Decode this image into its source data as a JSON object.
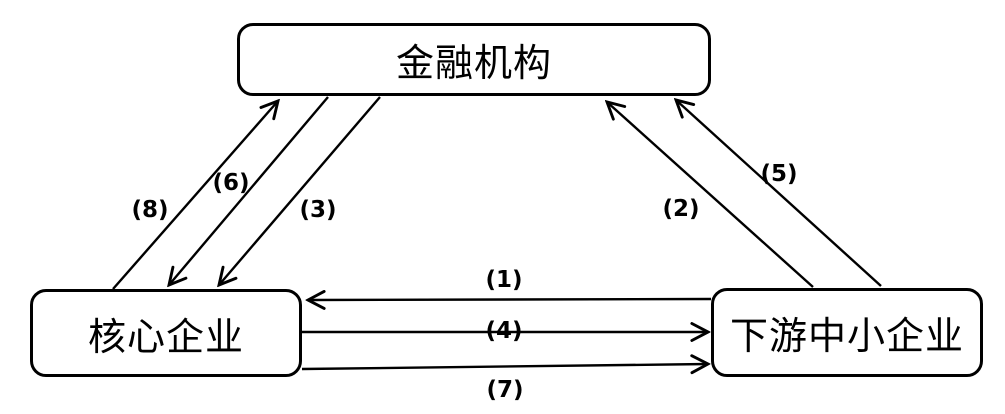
{
  "diagram": {
    "colors": {
      "stroke": "#000000",
      "background": "#ffffff"
    },
    "nodes": {
      "financial": {
        "label": "金融机构"
      },
      "core": {
        "label": "核心企业"
      },
      "downstream": {
        "label": "下游中小企业"
      }
    },
    "edges": {
      "e1": {
        "label": "(1)",
        "from": "下游中小企业",
        "to": "核心企业"
      },
      "e2": {
        "label": "(2)",
        "from": "下游中小企业",
        "to": "金融机构"
      },
      "e3": {
        "label": "(3)",
        "from": "金融机构",
        "to": "核心企业"
      },
      "e4": {
        "label": "(4)",
        "from": "核心企业",
        "to": "下游中小企业"
      },
      "e5": {
        "label": "(5)",
        "from": "下游中小企业",
        "to": "金融机构"
      },
      "e6": {
        "label": "(6)",
        "from": "金融机构",
        "to": "核心企业"
      },
      "e7": {
        "label": "(7)",
        "from": "核心企业",
        "to": "下游中小企业"
      },
      "e8": {
        "label": "(8)",
        "from": "核心企业",
        "to": "金融机构"
      }
    }
  }
}
